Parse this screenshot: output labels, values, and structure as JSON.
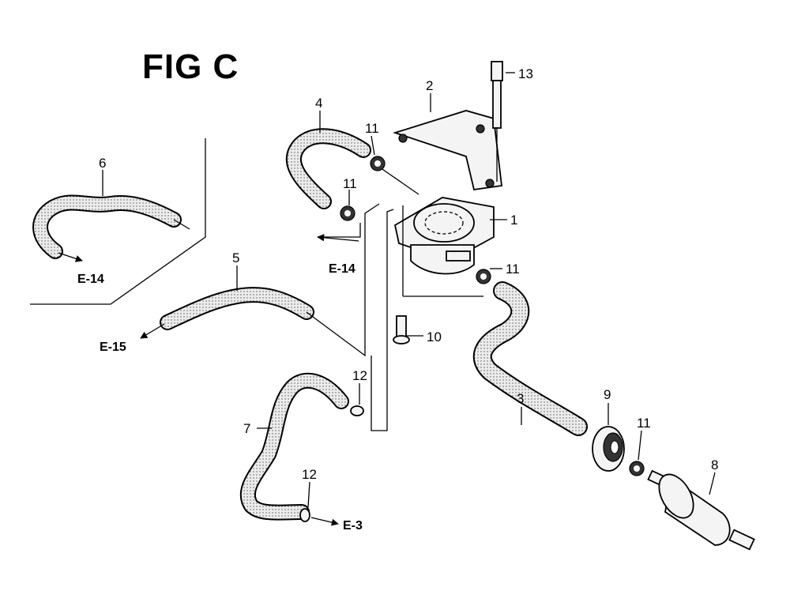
{
  "figure_title": "FIG C",
  "callouts": {
    "c1": "1",
    "c2": "2",
    "c3": "3",
    "c4": "4",
    "c5": "5",
    "c6": "6",
    "c7": "7",
    "c8": "8",
    "c9": "9",
    "c10": "10",
    "c11a": "11",
    "c11b": "11",
    "c11c": "11",
    "c11d": "11",
    "c12a": "12",
    "c12b": "12",
    "c13": "13"
  },
  "references": {
    "e14_left": "E-14",
    "e14_center": "E-14",
    "e15": "E-15",
    "e3": "E-3"
  }
}
